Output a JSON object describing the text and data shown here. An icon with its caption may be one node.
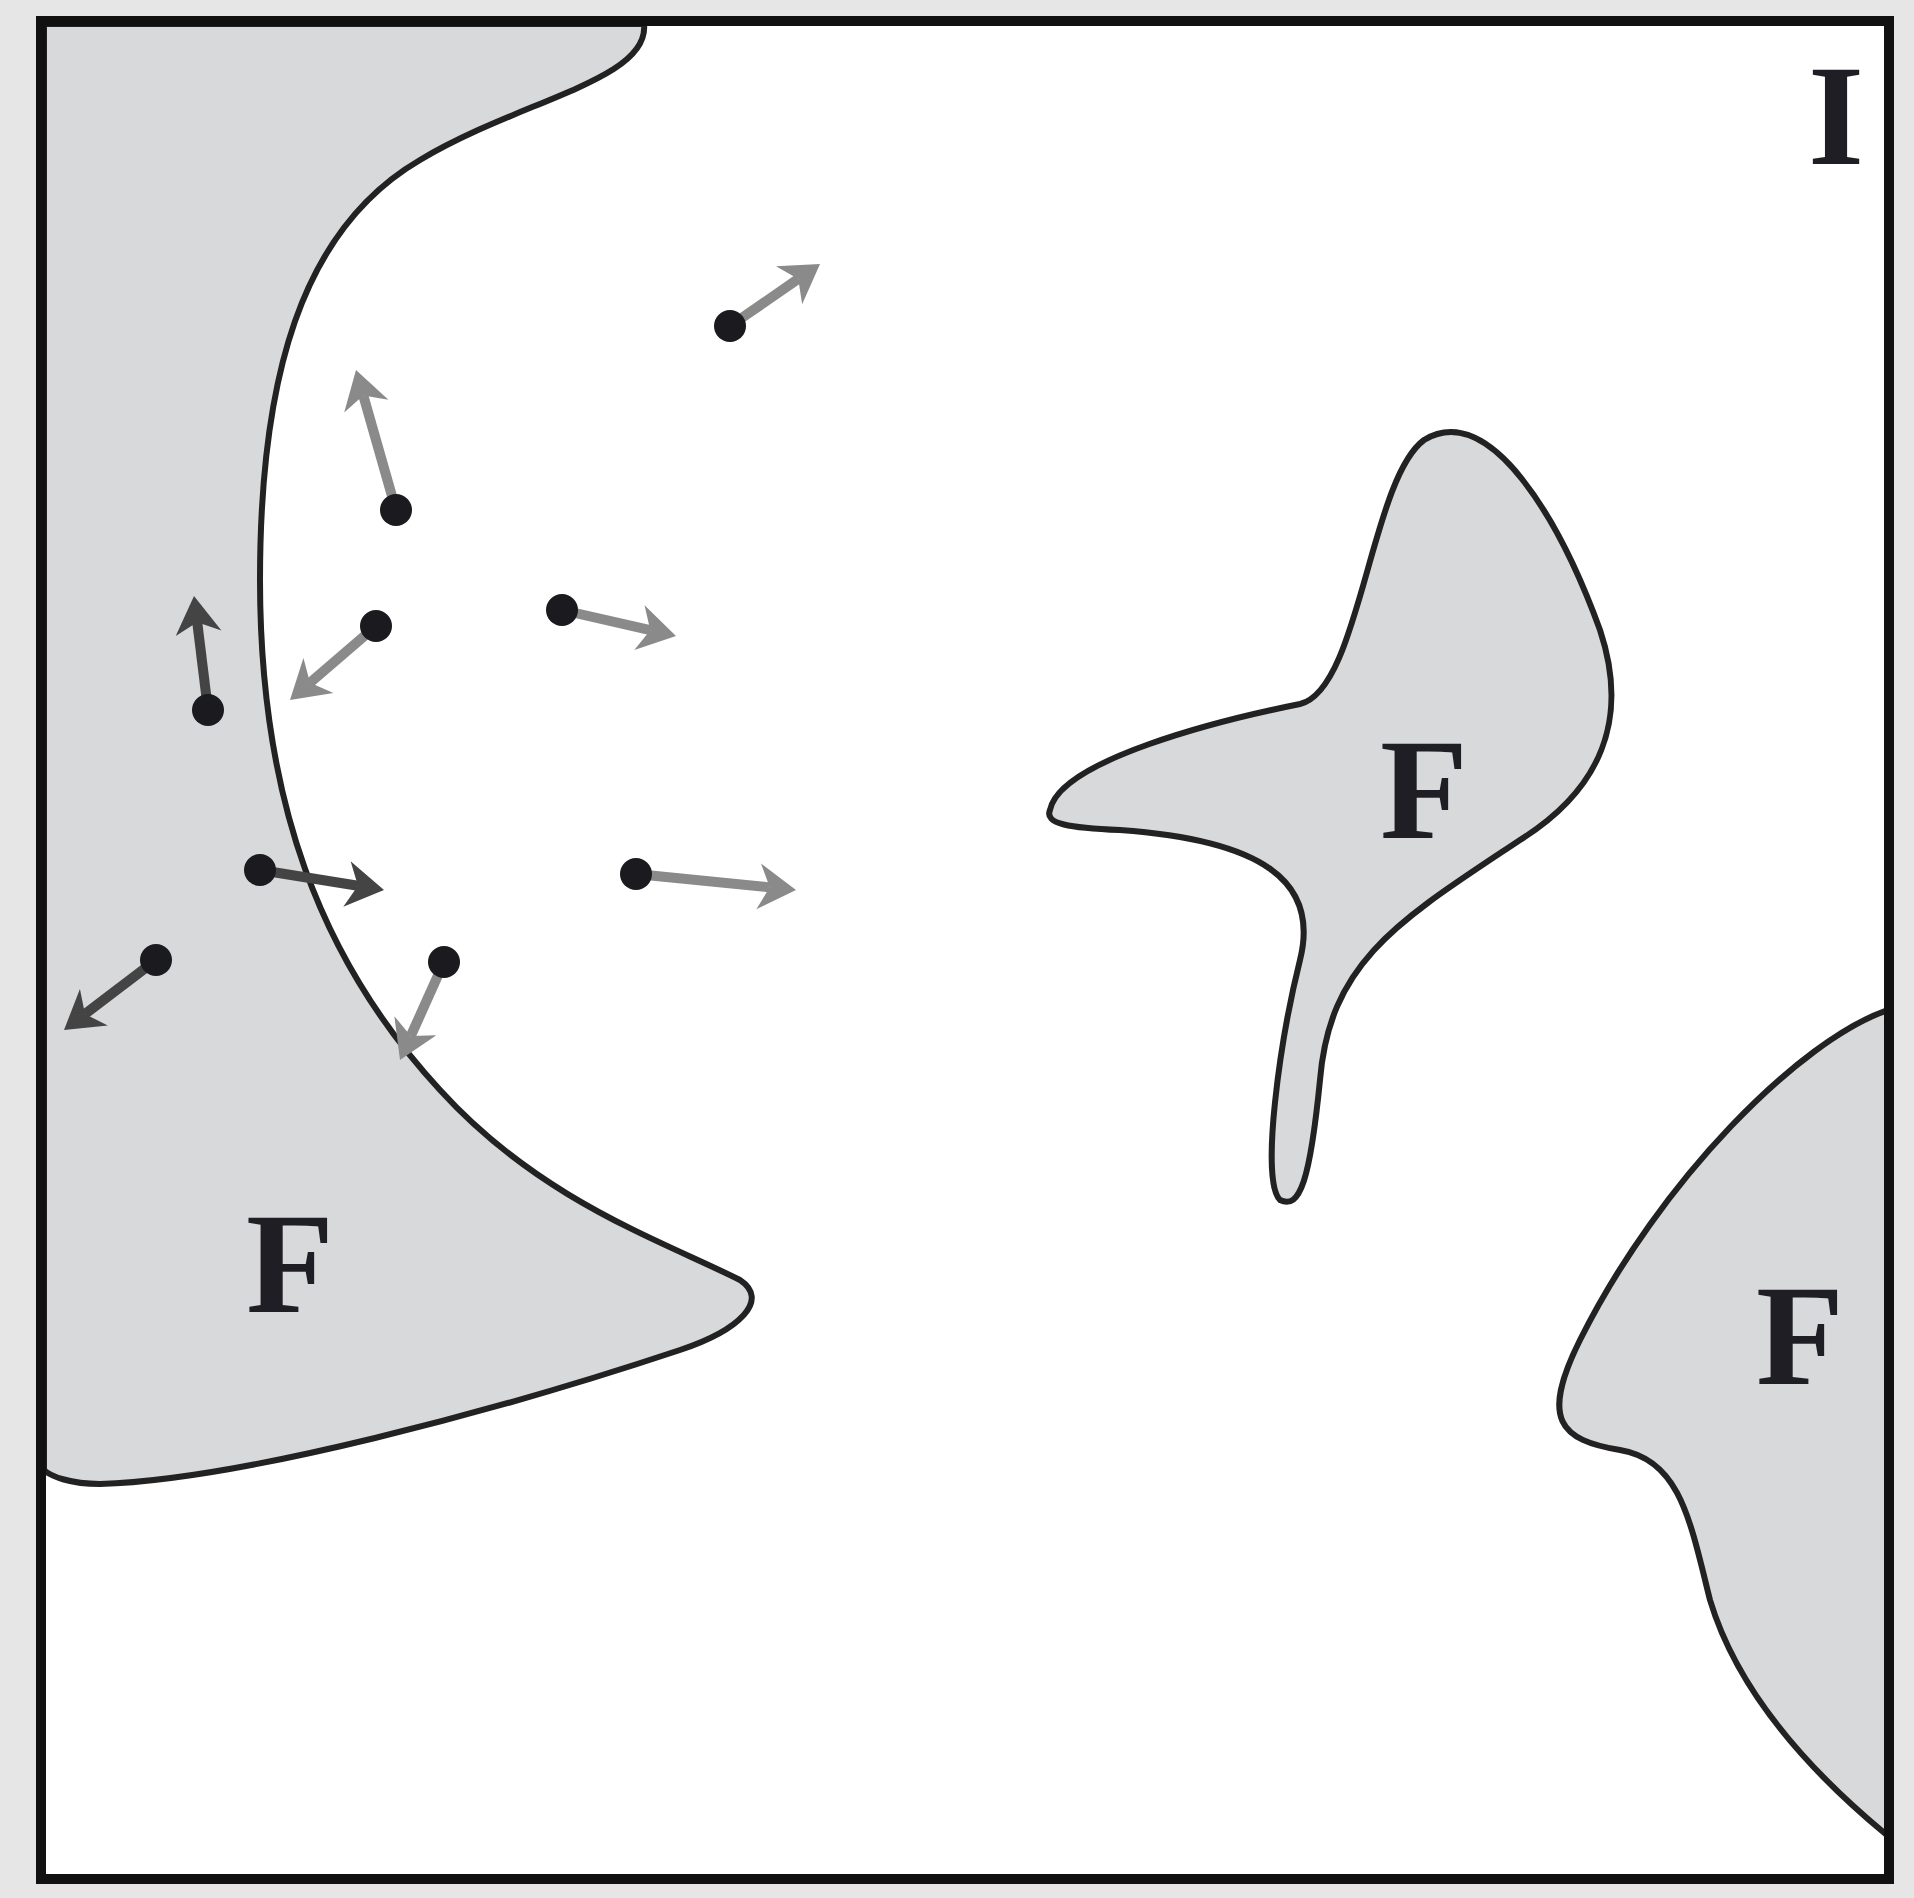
{
  "diagram": {
    "nodes": [
      {
        "text": [
          "I"
        ]
      },
      {
        "text": [
          "F"
        ],
        "in": 0
      },
      {
        "text": [
          "F"
        ],
        "in": 0
      },
      {
        "text": [
          "F"
        ],
        "in": 0
      }
    ]
  }
}
